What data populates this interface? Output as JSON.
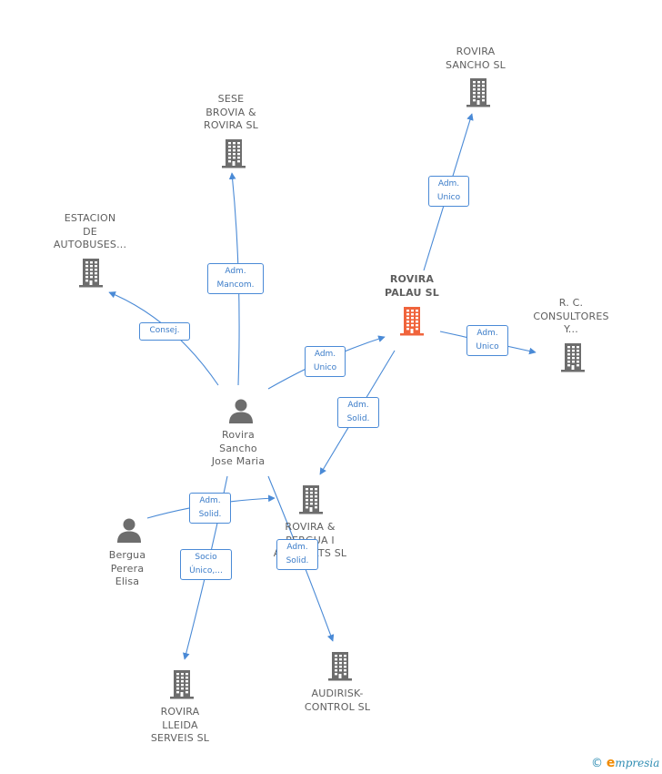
{
  "colors": {
    "edge": "#4a8ad6",
    "icon": "#6d6d6d",
    "central_icon": "#f0643c",
    "label": "#5e5e5e"
  },
  "nodes": [
    {
      "id": "rovira-palau",
      "kind": "company",
      "central": true,
      "lines": [
        "ROVIRA",
        "PALAU SL"
      ]
    },
    {
      "id": "rovira-sancho-sl",
      "kind": "company",
      "lines": [
        "ROVIRA",
        "SANCHO SL"
      ]
    },
    {
      "id": "sese-brovia",
      "kind": "company",
      "lines": [
        "SESE",
        "BROVIA &",
        "ROVIRA SL"
      ]
    },
    {
      "id": "estacion-autobuses",
      "kind": "company",
      "lines": [
        "ESTACION",
        "DE",
        "AUTOBUSES..."
      ]
    },
    {
      "id": "rc-consultores",
      "kind": "company",
      "lines": [
        "R. C.",
        "CONSULTORES",
        "Y..."
      ]
    },
    {
      "id": "rovira-jose-maria",
      "kind": "person",
      "lines": [
        "Rovira",
        "Sancho",
        "Jose Maria"
      ]
    },
    {
      "id": "rovira-pergua",
      "kind": "company",
      "lines": [
        "ROVIRA &",
        "PERGUA I",
        "ASSOCIATS SL"
      ]
    },
    {
      "id": "bergua-elisa",
      "kind": "person",
      "lines": [
        "Bergua",
        "Perera",
        "Elisa"
      ]
    },
    {
      "id": "audirisk",
      "kind": "company",
      "lines": [
        "AUDIRISK-",
        "CONTROL SL"
      ]
    },
    {
      "id": "rovira-lleida",
      "kind": "company",
      "lines": [
        "ROVIRA",
        "LLEIDA",
        "SERVEIS SL"
      ]
    }
  ],
  "edges": [
    {
      "id": "palau-to-sancho",
      "lines": [
        "Adm.",
        "Unico"
      ]
    },
    {
      "id": "palau-to-rc",
      "lines": [
        "Adm.",
        "Unico"
      ]
    },
    {
      "id": "jose-to-palau",
      "lines": [
        "Adm.",
        "Unico"
      ]
    },
    {
      "id": "palau-to-pergua",
      "lines": [
        "Adm.",
        "Solid."
      ]
    },
    {
      "id": "jose-to-sese",
      "lines": [
        "Adm.",
        "Mancom."
      ]
    },
    {
      "id": "jose-to-estacion",
      "lines": [
        "Consej."
      ]
    },
    {
      "id": "bergua-to-pergua",
      "lines": [
        "Adm.",
        "Solid."
      ]
    },
    {
      "id": "jose-to-lleida",
      "lines": [
        "Socio",
        "Único,..."
      ]
    },
    {
      "id": "jose-to-audirisk",
      "lines": [
        "Adm.",
        "Solid."
      ]
    }
  ],
  "footer": {
    "copyright": "©",
    "brand_initial": "e",
    "brand_rest": "mpresia"
  }
}
